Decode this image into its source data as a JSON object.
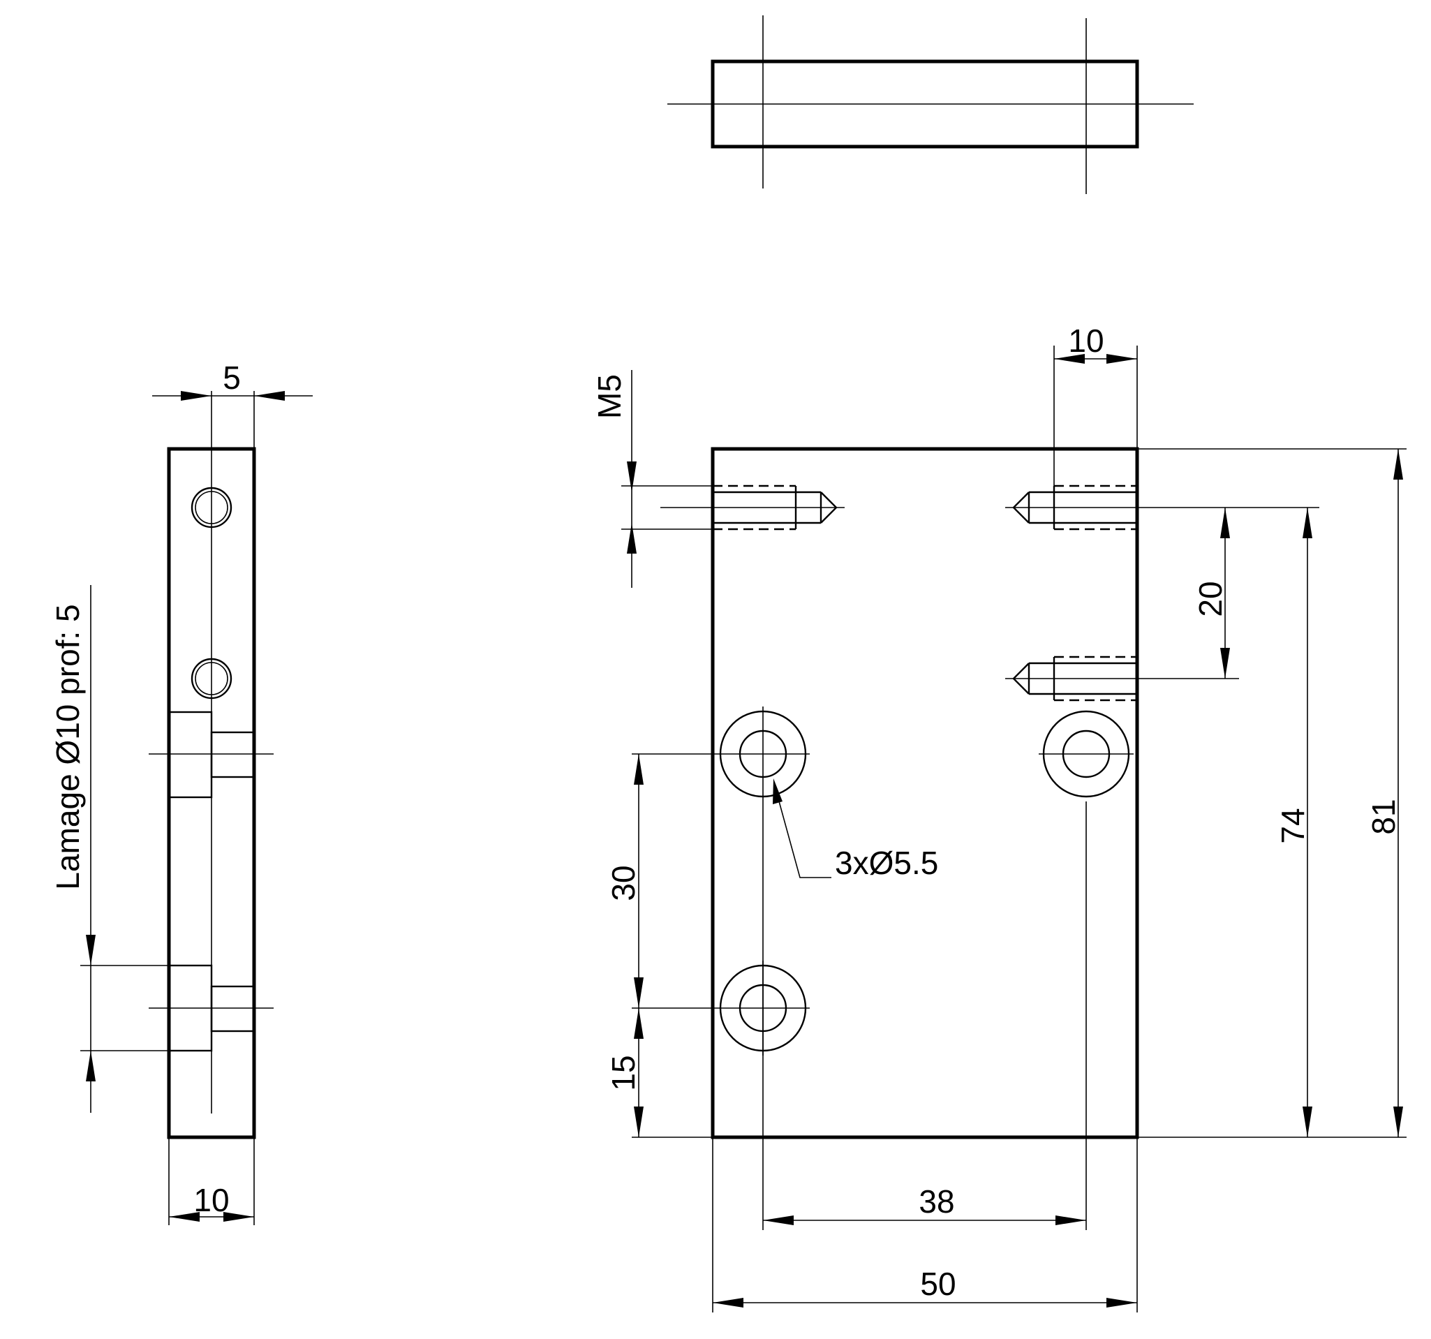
{
  "dimensions": {
    "top_width": "5",
    "m5": "M5",
    "top_right": "10",
    "lamage_note": "Lamage Ø10 prof: 5",
    "spacing_20": "20",
    "overall_74": "74",
    "overall_81": "81",
    "hole_note": "3xØ5.5",
    "spacing_30": "30",
    "bottom_15": "15",
    "side_width": "10",
    "hole_pitch_38": "38",
    "overall_50": "50"
  }
}
